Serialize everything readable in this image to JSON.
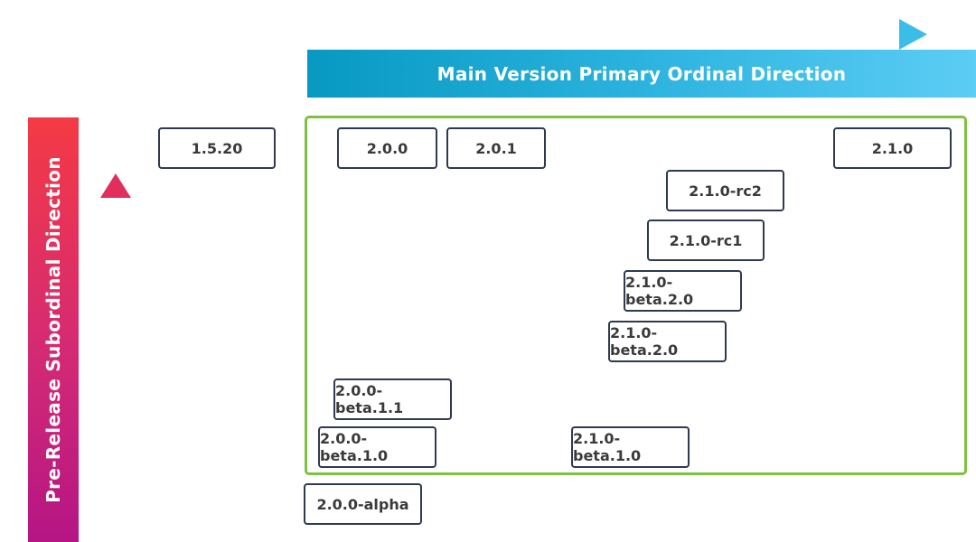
{
  "horizontal_axis": {
    "label": "Main Version Primary Ordinal Direction",
    "arrow_color": "#2bb3de"
  },
  "vertical_axis": {
    "label": "Pre-Release Subordinal Direction",
    "arrow_color": "#d42a74"
  },
  "group_border_color": "#7dc242",
  "versions": {
    "v1_5_20": "1.5.20",
    "v2_0_0": "2.0.0",
    "v2_0_1": "2.0.1",
    "v2_1_0": "2.1.0",
    "v2_1_0_rc2": "2.1.0-rc2",
    "v2_1_0_rc1": "2.1.0-rc1",
    "v2_1_0_beta_2_0_a": "2.1.0-beta.2.0",
    "v2_1_0_beta_2_0_b": "2.1.0-beta.2.0",
    "v2_0_0_beta_1_1": "2.0.0-beta.1.1",
    "v2_0_0_beta_1_0": "2.0.0-beta.1.0",
    "v2_1_0_beta_1_0": "2.1.0-beta.1.0",
    "v2_0_0_alpha": "2.0.0-alpha"
  }
}
